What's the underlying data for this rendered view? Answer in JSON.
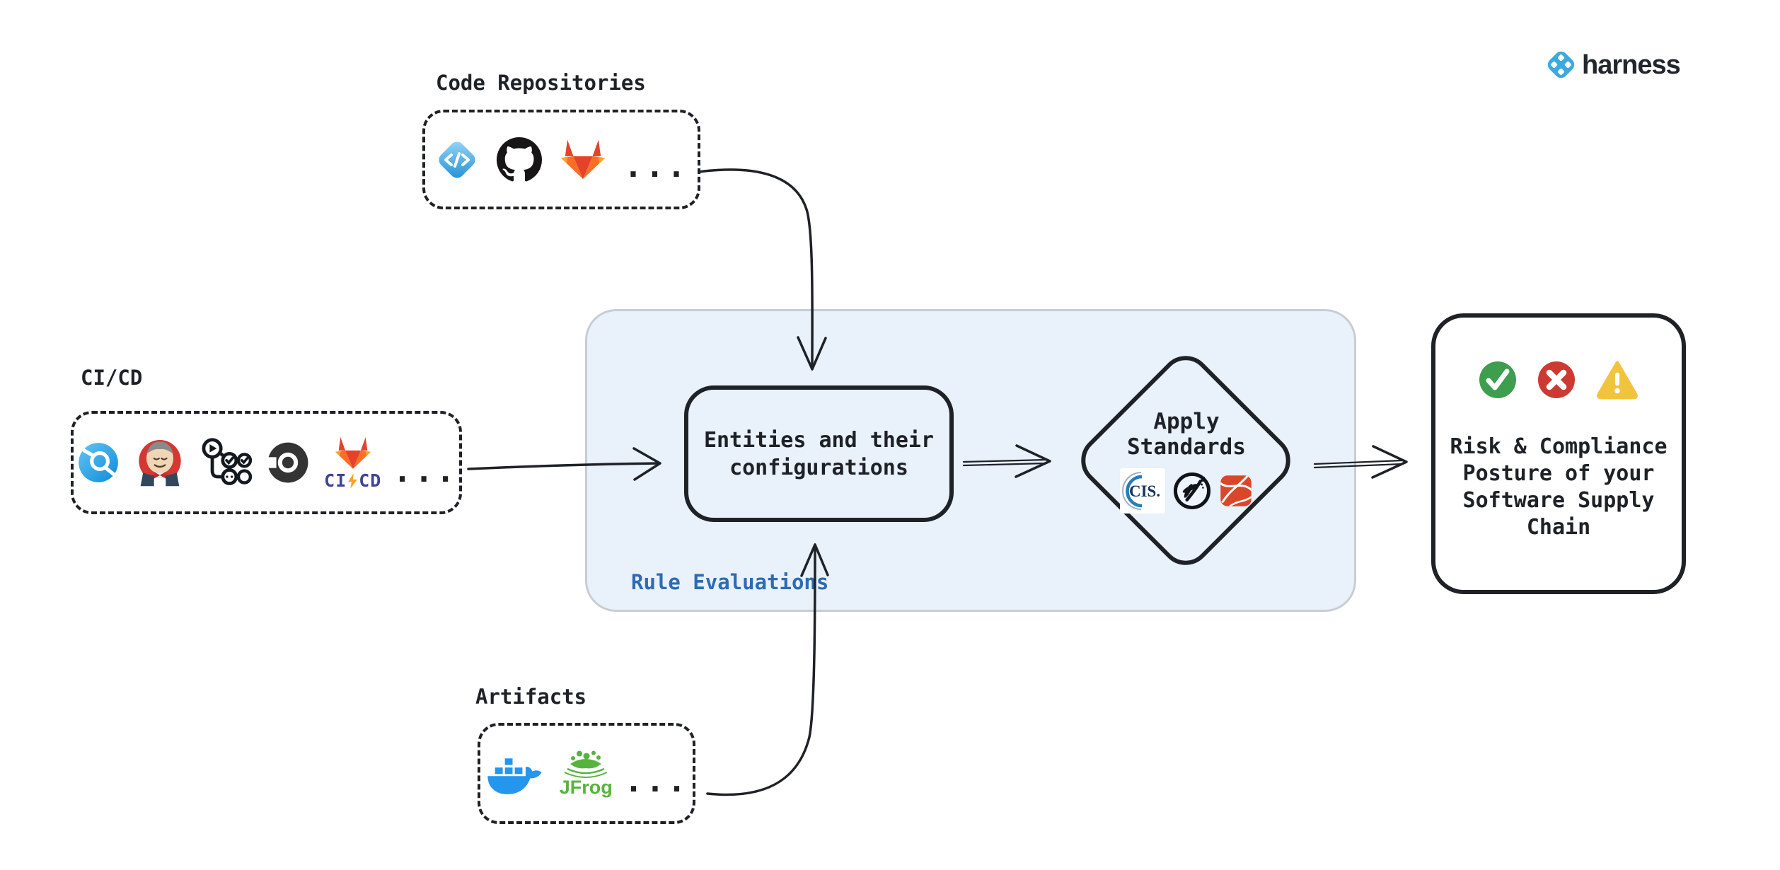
{
  "logo": {
    "brand": "harness"
  },
  "groups": {
    "code_repositories": {
      "label": "Code Repositories",
      "ellipsis": "...",
      "icons": [
        "harness-code",
        "github",
        "gitlab"
      ]
    },
    "cicd": {
      "label": "CI/CD",
      "ellipsis": "...",
      "icons": [
        "harness-ci",
        "jenkins",
        "github-actions",
        "circleci",
        "gitlab-cicd"
      ],
      "gitlab_badge": {
        "ci": "CI",
        "cd": "CD"
      }
    },
    "artifacts": {
      "label": "Artifacts",
      "ellipsis": "...",
      "icons": [
        "docker",
        "jfrog"
      ],
      "jfrog_wordmark": "JFrog"
    }
  },
  "rule_evaluations": {
    "label": "Rule Evaluations",
    "entities_box": {
      "text": "Entities and their configurations"
    },
    "apply_standards": {
      "line1": "Apply",
      "line2": "Standards",
      "cis_wordmark": "CIS.",
      "icons": [
        "cis-benchmark",
        "owasp",
        "standards-ribbon"
      ]
    }
  },
  "outcome": {
    "text": "Risk & Compliance Posture of your Software Supply Chain",
    "icons": [
      "check-circle",
      "cross-circle",
      "warning-triangle"
    ]
  },
  "colors": {
    "ink": "#1E2227",
    "accent_blue": "#2D6CB5",
    "container_fill": "#E9F1FB",
    "container_border": "#C9CDD3",
    "success_green": "#3D9E4D",
    "error_red": "#CD3A32",
    "warning_yellow": "#F2C33C",
    "harness_blue": "#3BA9E2",
    "docker_blue": "#2496ED",
    "jfrog_green": "#57B33F",
    "gitlab_orange": "#FC6D26",
    "gitlab_red": "#E24329",
    "cis_navy": "#15365E"
  }
}
